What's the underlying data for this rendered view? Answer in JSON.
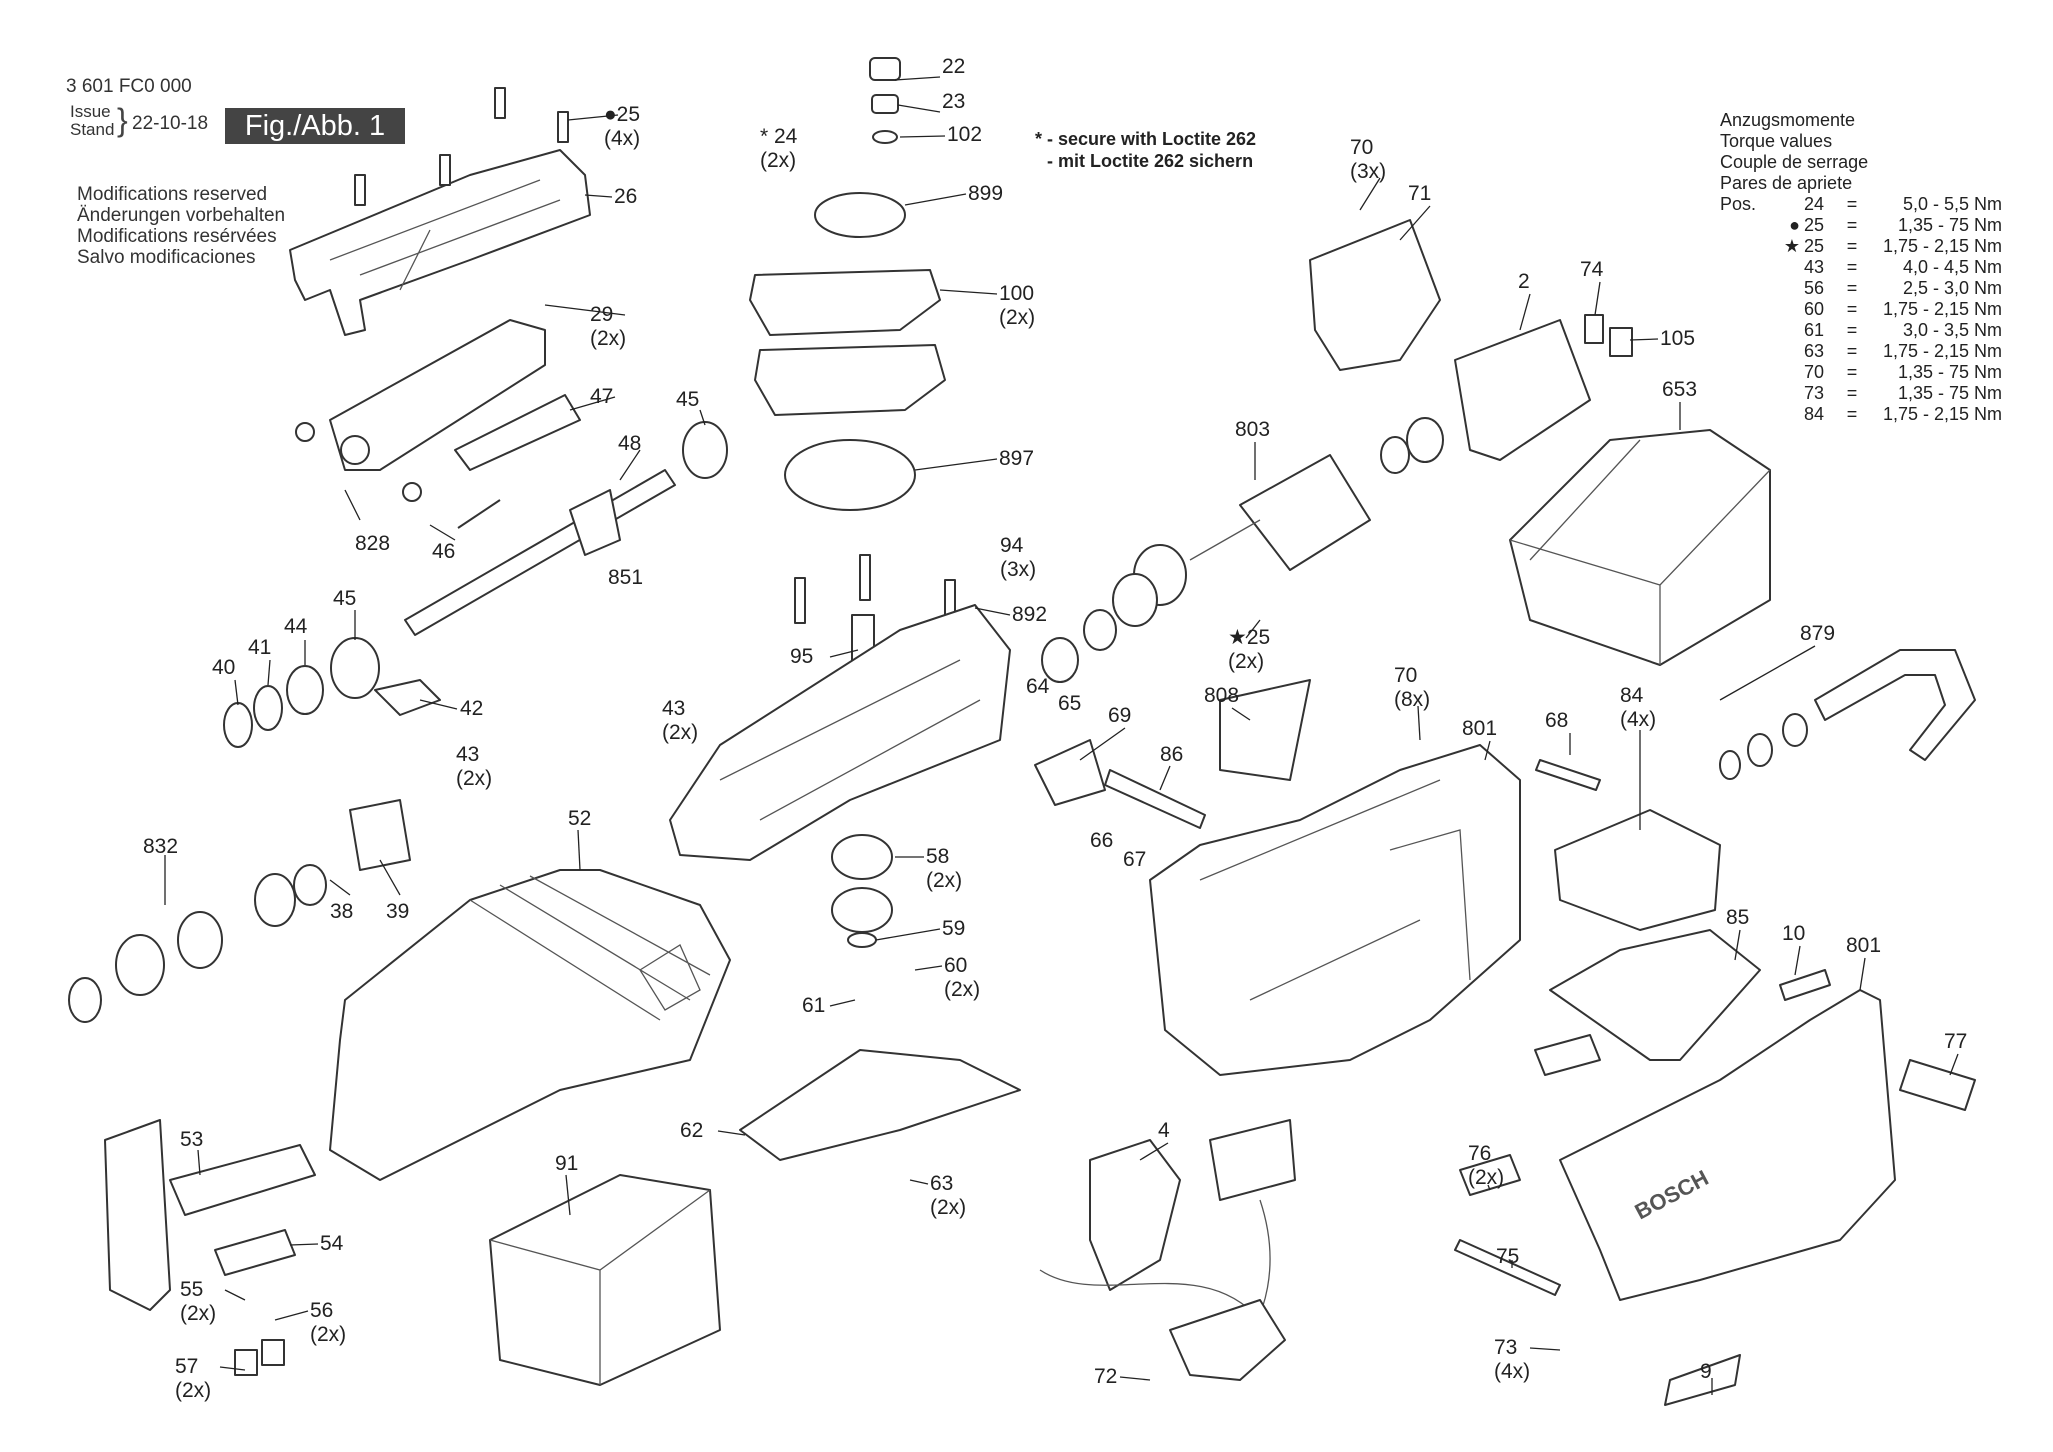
{
  "header": {
    "part_number": "3 601 FC0 000",
    "issue_label": "Issue",
    "stand_label": "Stand",
    "date": "22-10-18",
    "figure": "Fig./Abb. 1",
    "modifications": [
      "Modifications reserved",
      "Änderungen vorbehalten",
      "Modifications resérvées",
      "Salvo modificaciones"
    ]
  },
  "loctite_note": [
    "* - secure with Loctite 262",
    "- mit Loctite 262 sichern"
  ],
  "torque": {
    "titles": [
      "Anzugsmomente",
      "Torque values",
      "Couple de serrage",
      "Pares de apriete"
    ],
    "pos_label": "Pos.",
    "rows": [
      {
        "mark": "",
        "pos": "24",
        "value": "5,0 - 5,5 Nm"
      },
      {
        "mark": "●",
        "pos": "25",
        "value": "1,35 - 75 Nm"
      },
      {
        "mark": "★",
        "pos": "25",
        "value": "1,75 - 2,15 Nm"
      },
      {
        "mark": "",
        "pos": "43",
        "value": "4,0 - 4,5 Nm"
      },
      {
        "mark": "",
        "pos": "56",
        "value": "2,5 - 3,0 Nm"
      },
      {
        "mark": "",
        "pos": "60",
        "value": "1,75 - 2,15 Nm"
      },
      {
        "mark": "",
        "pos": "61",
        "value": "3,0 - 3,5 Nm"
      },
      {
        "mark": "",
        "pos": "63",
        "value": "1,75 - 2,15 Nm"
      },
      {
        "mark": "",
        "pos": "70",
        "value": "1,35 - 75 Nm"
      },
      {
        "mark": "",
        "pos": "73",
        "value": "1,35 - 75 Nm"
      },
      {
        "mark": "",
        "pos": "84",
        "value": "1,75 - 2,15 Nm"
      }
    ]
  },
  "callouts": [
    {
      "num": "22"
    },
    {
      "num": "23"
    },
    {
      "num": "102"
    },
    {
      "num": "* 24",
      "qty": "(2x)"
    },
    {
      "num": "899"
    },
    {
      "num": "100",
      "qty": "(2x)"
    },
    {
      "num": "897"
    },
    {
      "num": "94",
      "qty": "(3x)"
    },
    {
      "num": "892"
    },
    {
      "num": "95"
    },
    {
      "num": "43",
      "qty": "(2x)"
    },
    {
      "num": "851"
    },
    {
      "num": "45"
    },
    {
      "num": "48"
    },
    {
      "num": "47"
    },
    {
      "num": "29",
      "qty": "(2x)"
    },
    {
      "num": "26"
    },
    {
      "num": "●25",
      "qty": "(4x)"
    },
    {
      "num": "828"
    },
    {
      "num": "46"
    },
    {
      "num": "45"
    },
    {
      "num": "44"
    },
    {
      "num": "41"
    },
    {
      "num": "40"
    },
    {
      "num": "42"
    },
    {
      "num": "43",
      "qty": "(2x)"
    },
    {
      "num": "832"
    },
    {
      "num": "38"
    },
    {
      "num": "39"
    },
    {
      "num": "52"
    },
    {
      "num": "53"
    },
    {
      "num": "54"
    },
    {
      "num": "55",
      "qty": "(2x)"
    },
    {
      "num": "56",
      "qty": "(2x)"
    },
    {
      "num": "57",
      "qty": "(2x)"
    },
    {
      "num": "91"
    },
    {
      "num": "58",
      "qty": "(2x)"
    },
    {
      "num": "59"
    },
    {
      "num": "60",
      "qty": "(2x)"
    },
    {
      "num": "61"
    },
    {
      "num": "62"
    },
    {
      "num": "63",
      "qty": "(2x)"
    },
    {
      "num": "64"
    },
    {
      "num": "65"
    },
    {
      "num": "69"
    },
    {
      "num": "86"
    },
    {
      "num": "66"
    },
    {
      "num": "67"
    },
    {
      "num": "808"
    },
    {
      "num": "70",
      "qty": "(8x)"
    },
    {
      "num": "801"
    },
    {
      "num": "68"
    },
    {
      "num": "84",
      "qty": "(4x)"
    },
    {
      "num": "879"
    },
    {
      "num": "803"
    },
    {
      "num": "★25",
      "qty": "(2x)"
    },
    {
      "num": "70",
      "qty": "(3x)"
    },
    {
      "num": "71"
    },
    {
      "num": "2"
    },
    {
      "num": "74"
    },
    {
      "num": "105"
    },
    {
      "num": "653"
    },
    {
      "num": "4"
    },
    {
      "num": "72"
    },
    {
      "num": "85"
    },
    {
      "num": "10"
    },
    {
      "num": "801"
    },
    {
      "num": "77"
    },
    {
      "num": "76",
      "qty": "(2x)"
    },
    {
      "num": "75"
    },
    {
      "num": "73",
      "qty": "(4x)"
    },
    {
      "num": "9"
    }
  ],
  "brand_mark": "BOSCH"
}
